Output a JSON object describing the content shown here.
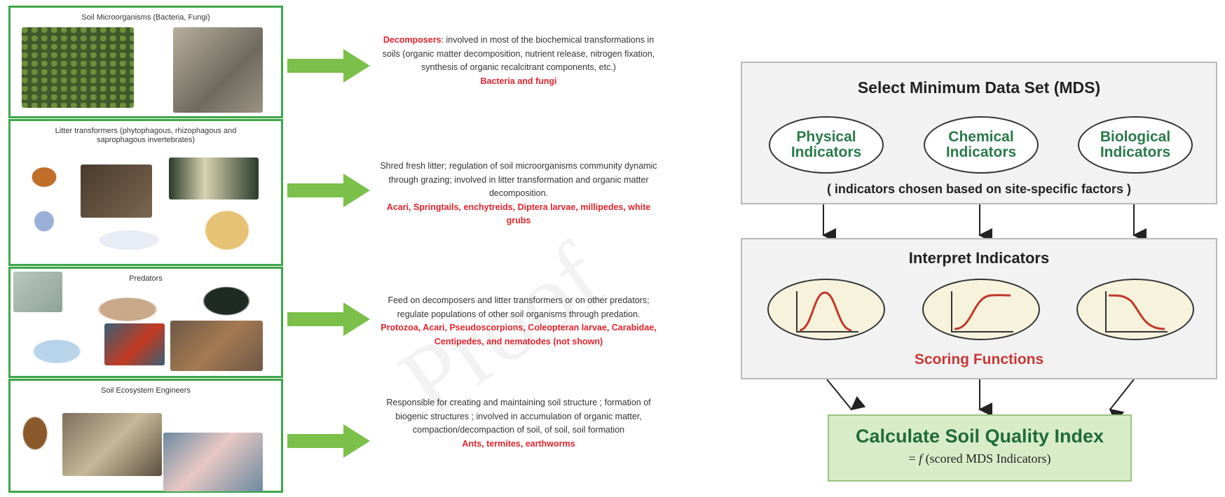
{
  "left": {
    "groups": [
      {
        "title": "Soil Microorganisms (Bacteria, Fungi)",
        "desc_plain": ": involved in most of the biochemical transformations in soils (organic matter decomposition, nutrient release, nitrogen fixation, synthesis of organic recalcitrant components, etc.)",
        "desc_lead": "Decomposers",
        "desc_red": "Bacteria and fungi"
      },
      {
        "title": "Litter transformers (phytophagous, rhizophagous and saprophagous invertebrates)",
        "desc_lead": "",
        "desc_plain": "Shred fresh litter; regulation of soil microorganisms community dynamic through grazing; involved in litter transformation and organic matter decomposition.",
        "desc_red": "Acari, Springtails, enchytreids, Diptera larvae, millipedes, white grubs"
      },
      {
        "title": "Predators",
        "desc_lead": "",
        "desc_plain": "Feed on decomposers and litter transformers or on other predators; regulate populations of other soil organisms through predation.",
        "desc_red": "Protozoa, Acari, Pseudoscorpions, Coleopteran larvae, Carabidae, Centipedes, and nematodes (not shown)"
      },
      {
        "title": "Soil Ecosystem Engineers",
        "desc_lead": "",
        "desc_plain": "Responsible for creating and maintaining soil structure ; formation of biogenic structures ; involved in accumulation of organic matter, compaction/decompaction of soil, of soil, soil formation",
        "desc_red": "Ants, termites, earthworms"
      }
    ],
    "colors": {
      "border": "#3fa64a",
      "arrow": "#7cc04b",
      "highlight": "#e0242c"
    }
  },
  "right": {
    "mds_title": "Select Minimum Data Set (MDS)",
    "indicators": [
      {
        "line1": "Physical",
        "line2": "Indicators"
      },
      {
        "line1": "Chemical",
        "line2": "Indicators"
      },
      {
        "line1": "Biological",
        "line2": "Indicators"
      }
    ],
    "mds_note": "( indicators chosen based on site-specific factors )",
    "interpret_title": "Interpret Indicators",
    "scoring_label": "Scoring Functions",
    "final_title": "Calculate Soil Quality Index",
    "final_prefix": "= ",
    "final_f": "f",
    "final_suffix": " (scored MDS Indicators)"
  }
}
